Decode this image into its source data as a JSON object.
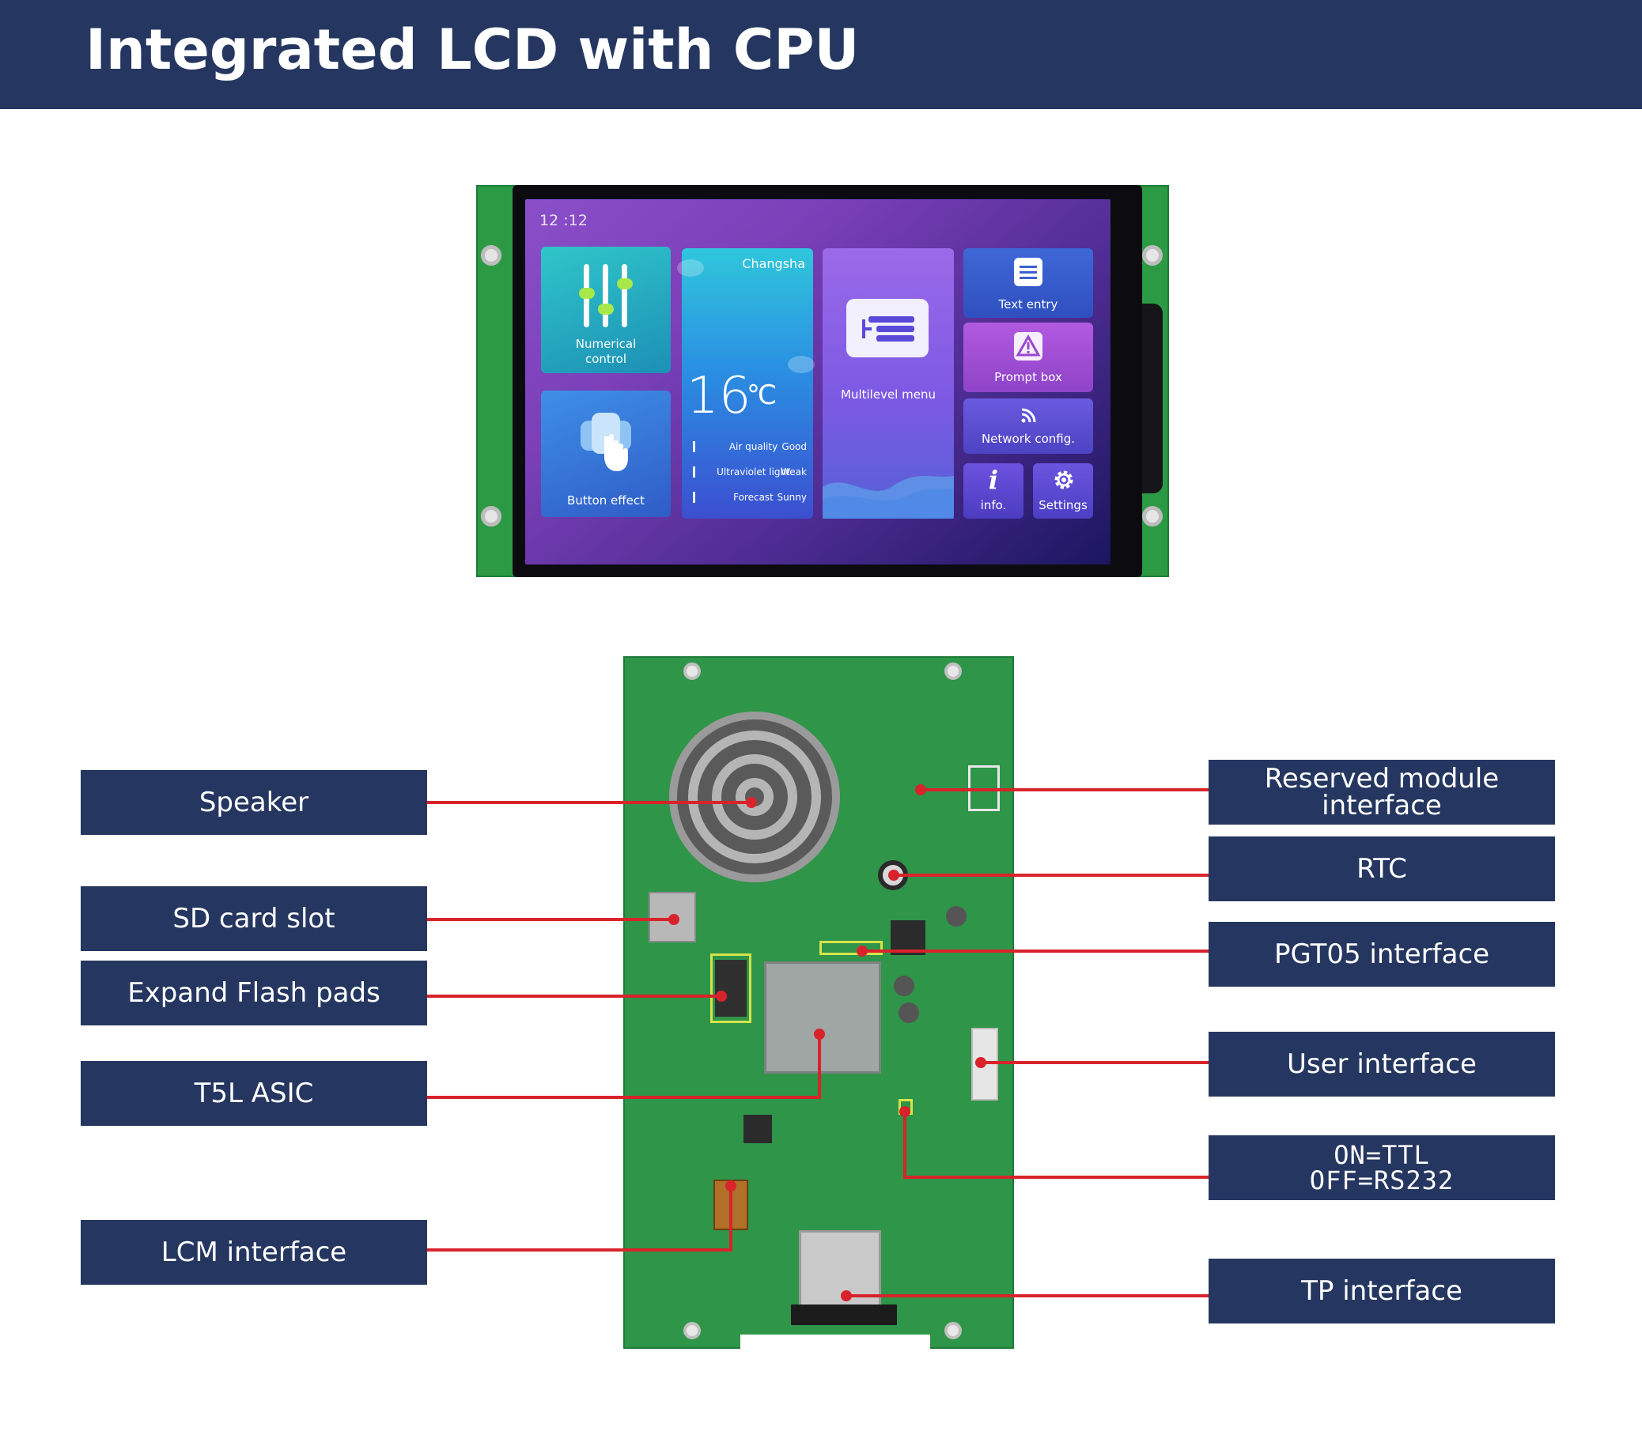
{
  "header": {
    "title": "Integrated LCD with CPU"
  },
  "screen": {
    "clock": "12 :12",
    "tiles": {
      "numerical": "Numerical\ncontrol",
      "button": "Button effect",
      "weather_city": "Changsha",
      "weather_temp": "16",
      "weather_unit": "℃",
      "weather_rows": [
        {
          "label": "Air quality",
          "value": "Good"
        },
        {
          "label": "Ultraviolet light",
          "value": "Weak"
        },
        {
          "label": "Forecast",
          "value": "Sunny"
        }
      ],
      "menu": "Multilevel menu",
      "text_entry": "Text entry",
      "prompt": "Prompt box",
      "network": "Network config.",
      "info": "info.",
      "settings": "Settings"
    }
  },
  "labels": {
    "speaker": "Speaker",
    "sd_card": "SD card slot",
    "flash": "Expand Flash pads",
    "asic": "T5L ASIC",
    "lcm": "LCM interface",
    "reserved": "Reserved module interface",
    "rtc": "RTC",
    "pgt05": "PGT05 interface",
    "user": "User interface",
    "switch_on": "ON=TTL",
    "switch_off": "OFF=RS232",
    "tp": "TP interface"
  },
  "colors": {
    "header_bg": "#253760",
    "label_bg": "#253760",
    "leader_line": "#d9232b",
    "pcb_green": "#2e9549"
  },
  "icons": [
    "sliders-icon",
    "hand-pointer-icon",
    "cloud-icon",
    "menu-list-icon",
    "document-icon",
    "warning-icon",
    "wifi-icon",
    "info-icon",
    "gear-icon"
  ]
}
